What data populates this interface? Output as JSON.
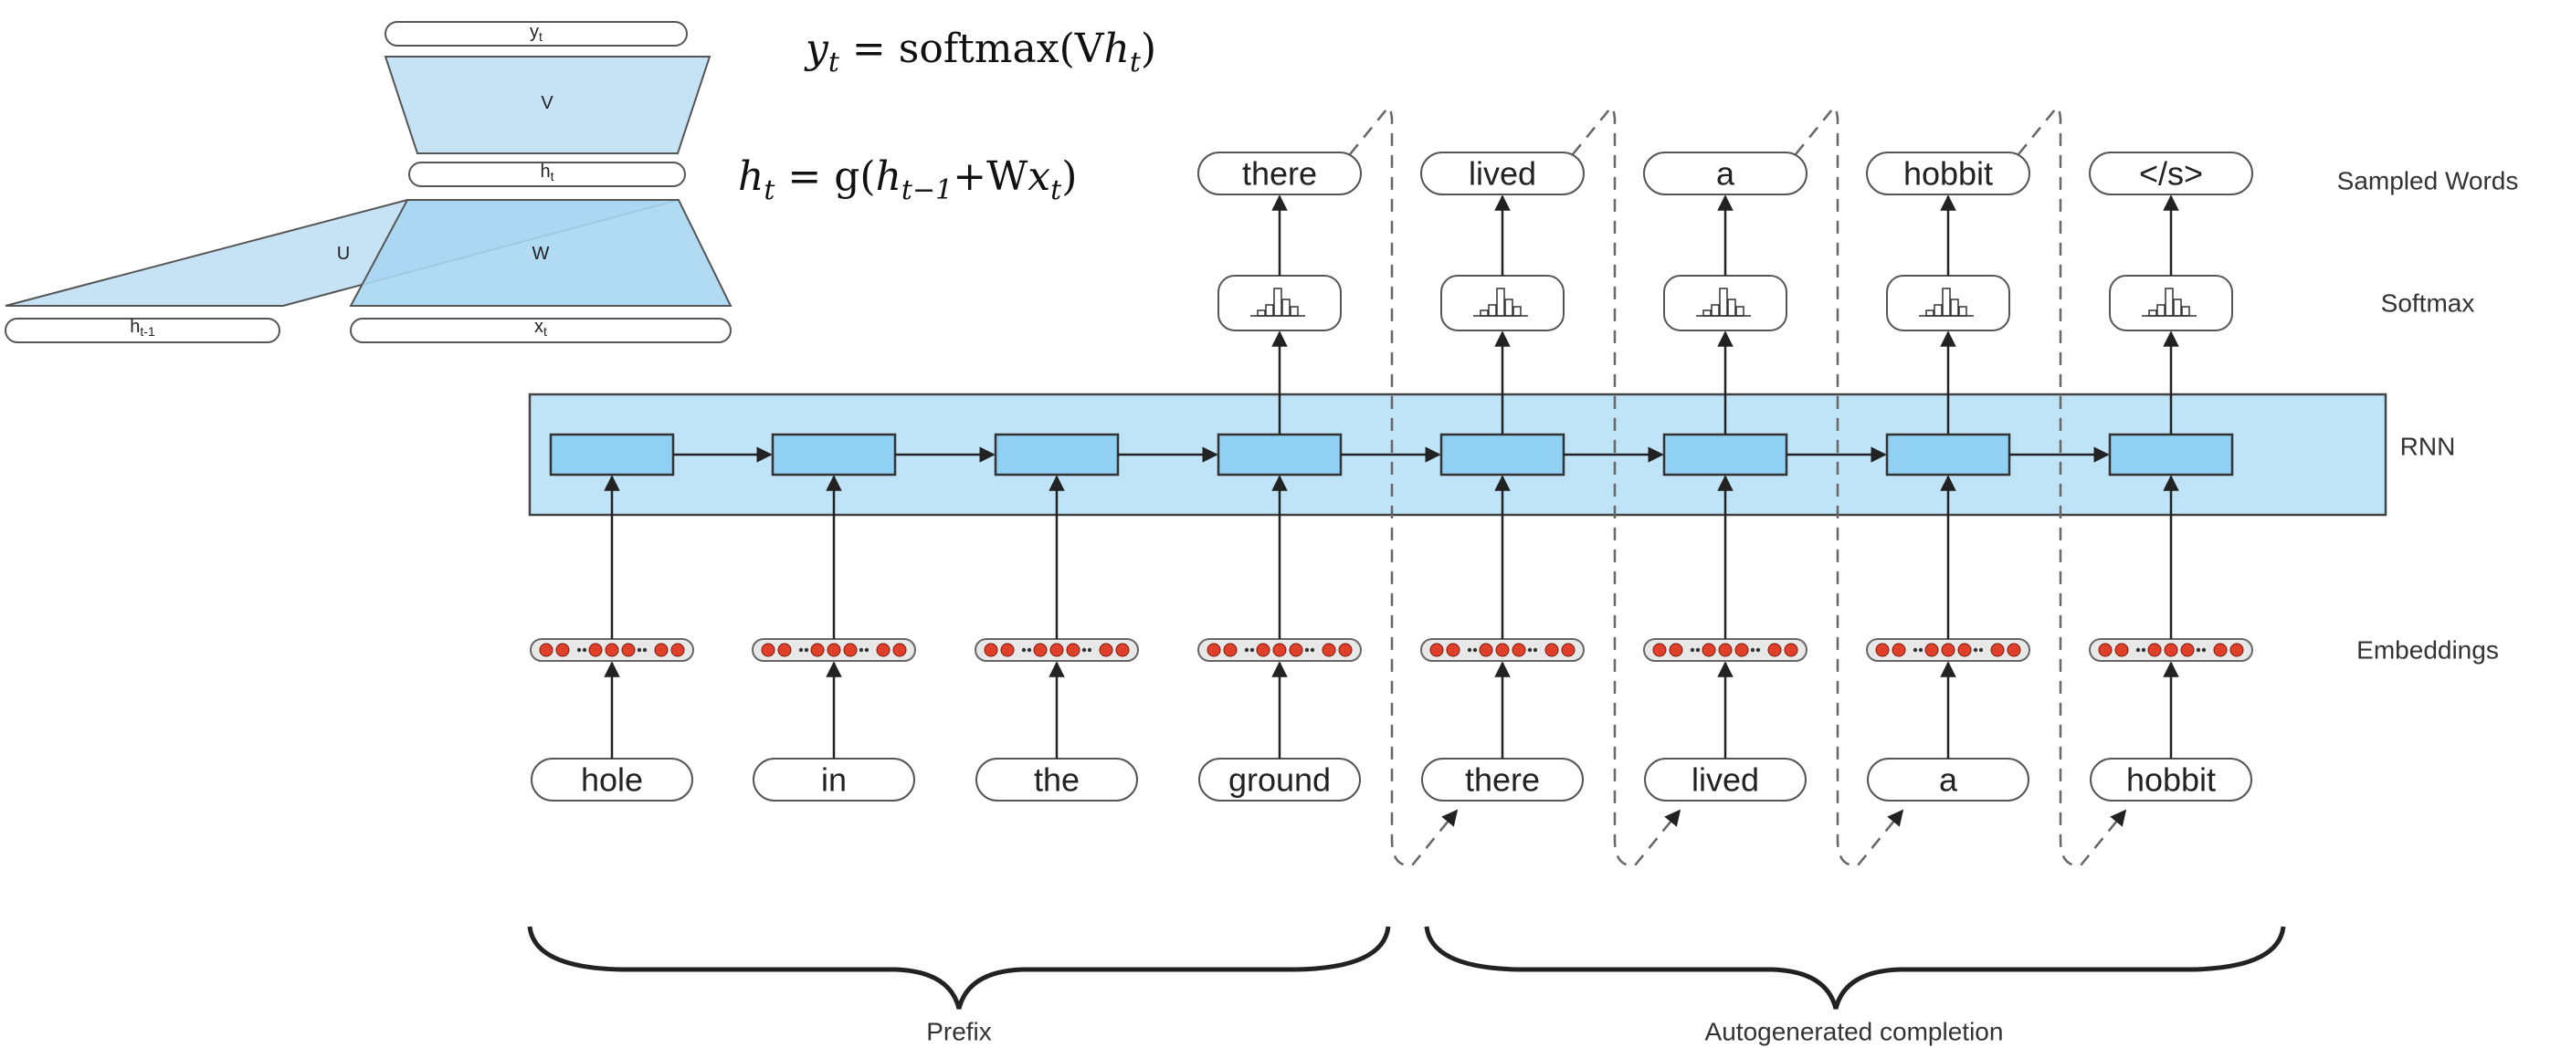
{
  "equations": {
    "output": {
      "lhs": "y",
      "lhs_sub": "t",
      "rhs_pre": " = softmax(V",
      "rhs_var": "h",
      "rhs_sub": "t",
      "rhs_post": ")"
    },
    "hidden": {
      "lhs": "h",
      "lhs_sub": "t",
      "rhs_pre": " = g(",
      "rhs_var": "h",
      "rhs_sub": "t−1",
      "rhs_mid": "+W",
      "rhs_var2": "x",
      "rhs_sub2": "t",
      "rhs_post": ")"
    }
  },
  "unit_diagram": {
    "output_label": "y",
    "output_sub": "t",
    "V_label": "V",
    "hidden_label": "h",
    "hidden_sub": "t",
    "U_label": "U",
    "W_label": "W",
    "prev_label": "h",
    "prev_sub": "t-1",
    "input_label": "x",
    "input_sub": "t"
  },
  "row_labels": {
    "sampled": "Sampled Words",
    "softmax": "Softmax",
    "rnn": "RNN",
    "embeddings": "Embeddings"
  },
  "input_words": [
    "hole",
    "in",
    "the",
    "ground",
    "there",
    "lived",
    "a",
    "hobbit"
  ],
  "sampled_words": [
    "there",
    "lived",
    "a",
    "hobbit",
    "</s>"
  ],
  "bottom_labels": {
    "prefix": "Prefix",
    "completion": "Autogenerated completion"
  },
  "colors": {
    "rnn_band": "#bfe3f7",
    "rnn_cell": "#8fd0f3",
    "unit_fill": "#c6e2f5",
    "embedding_dot": "#e0402a",
    "dash": "#666666"
  }
}
